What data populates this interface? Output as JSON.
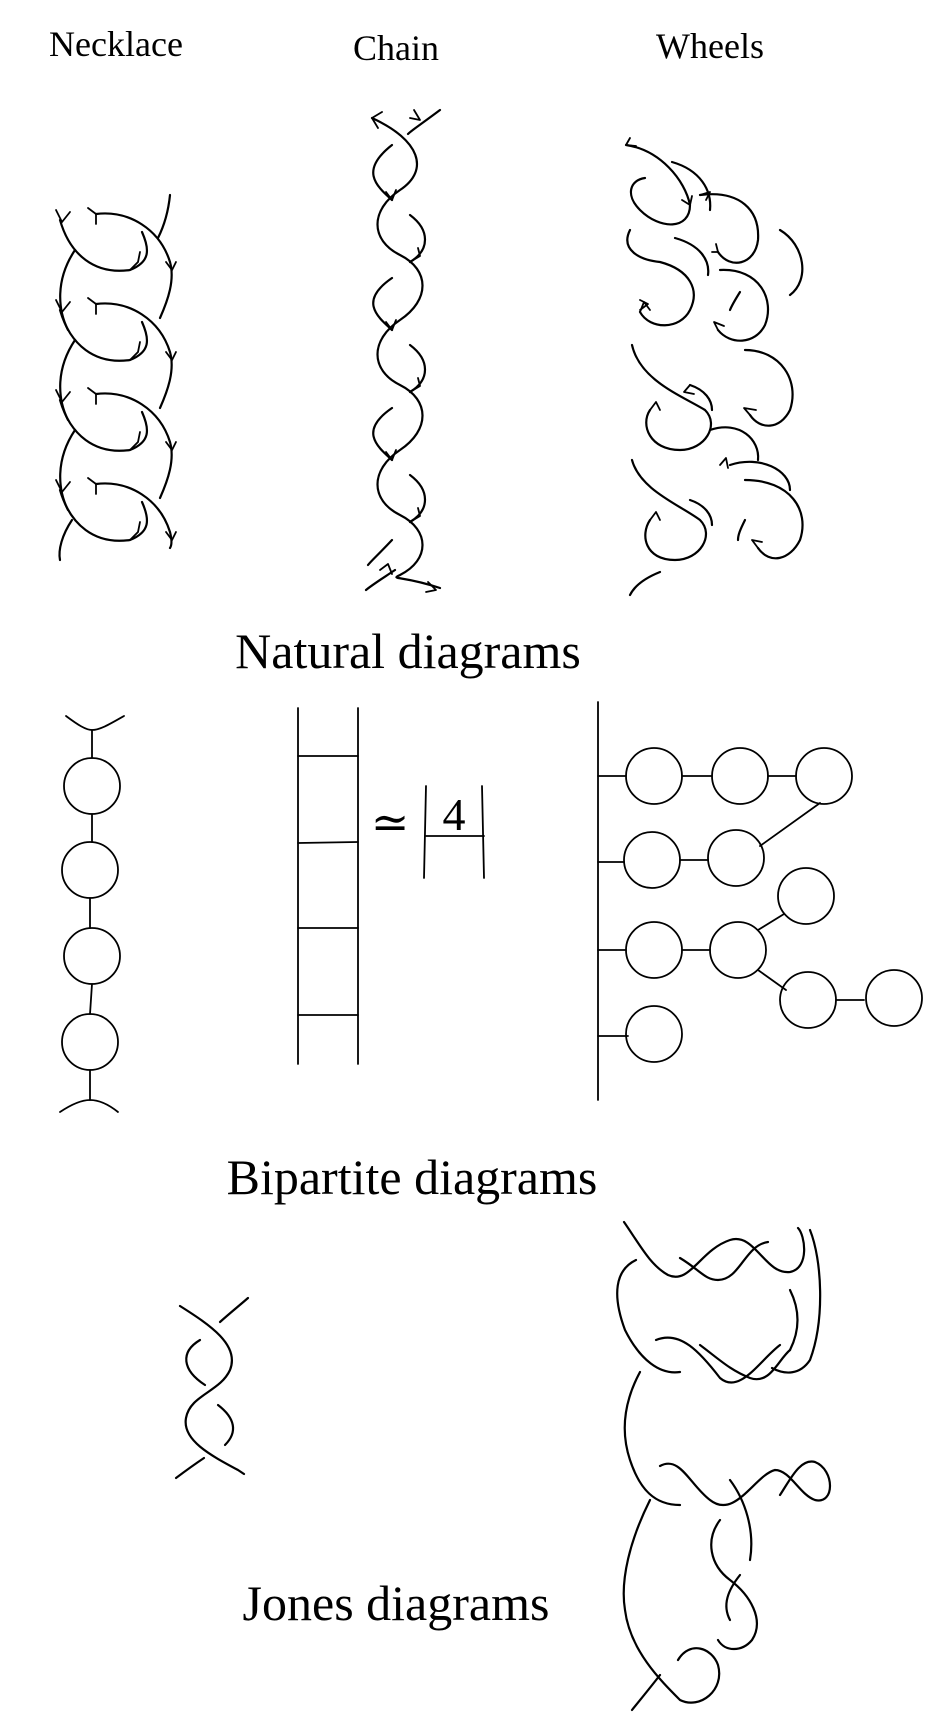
{
  "columns": {
    "necklace": "Necklace",
    "chain": "Chain",
    "wheels": "Wheels"
  },
  "sections": {
    "natural": "Natural diagrams",
    "bipartite": "Bipartite diagrams",
    "jones": "Jones diagrams"
  },
  "bipartite": {
    "similar_symbol": "≃",
    "box_number": "4"
  }
}
